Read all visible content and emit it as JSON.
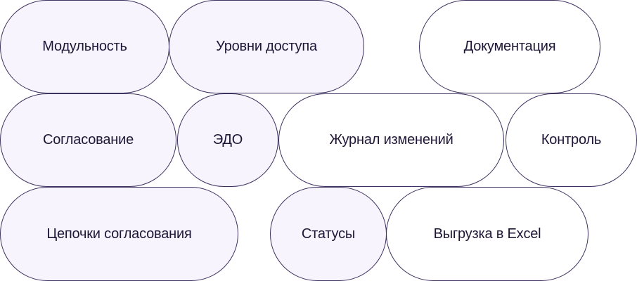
{
  "tags": [
    {
      "label": "Модульность",
      "highlighted": true
    },
    {
      "label": "Уровни доступа",
      "highlighted": true
    },
    {
      "label": "Документация",
      "highlighted": false
    },
    {
      "label": "Согласование",
      "highlighted": true
    },
    {
      "label": "ЭДО",
      "highlighted": true
    },
    {
      "label": "Журнал изменений",
      "highlighted": false
    },
    {
      "label": "Контроль",
      "highlighted": false
    },
    {
      "label": "Цепочки согласования",
      "highlighted": true
    },
    {
      "label": "Статусы",
      "highlighted": true
    },
    {
      "label": "Выгрузка в Excel",
      "highlighted": false
    }
  ],
  "colors": {
    "highlight_fill": "#f7f4fe",
    "border": "#3f3160",
    "text": "#1f1636"
  }
}
